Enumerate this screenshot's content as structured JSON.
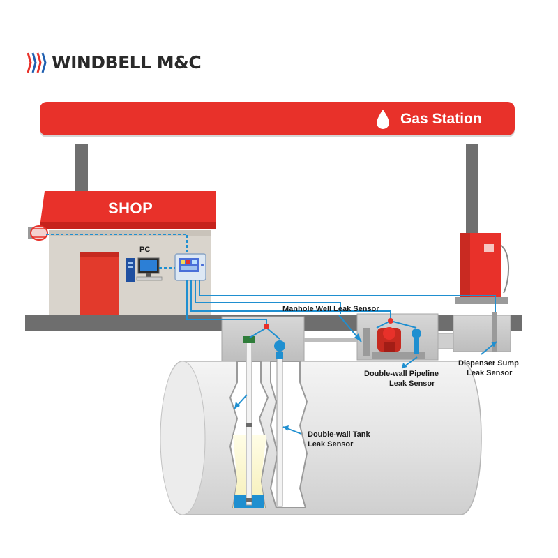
{
  "brand": {
    "name": "WINDBELL M&C"
  },
  "station": {
    "title": "Gas Station"
  },
  "shop": {
    "title": "SHOP"
  },
  "labels": {
    "pc": "PC",
    "manhole_sensor": "Manhole Well Leak Sensor",
    "pipeline_sensor_line1": "Double-wall Pipeline",
    "pipeline_sensor_line2": "Leak Sensor",
    "dispenser_sensor_line1": "Dispenser Sump",
    "dispenser_sensor_line2": "Leak Sensor",
    "tank_sensor_line1": "Double-wall Tank",
    "tank_sensor_line2": "Leak Sensor"
  },
  "colors": {
    "brand_red": "#e8312a",
    "signal_blue": "#1f8fd0",
    "fuel_yellow": "#fdf7c8",
    "tank_gray": "#e6e6e6",
    "ground_gray": "#6e6e6e",
    "building_wall": "#d9d4cc"
  }
}
